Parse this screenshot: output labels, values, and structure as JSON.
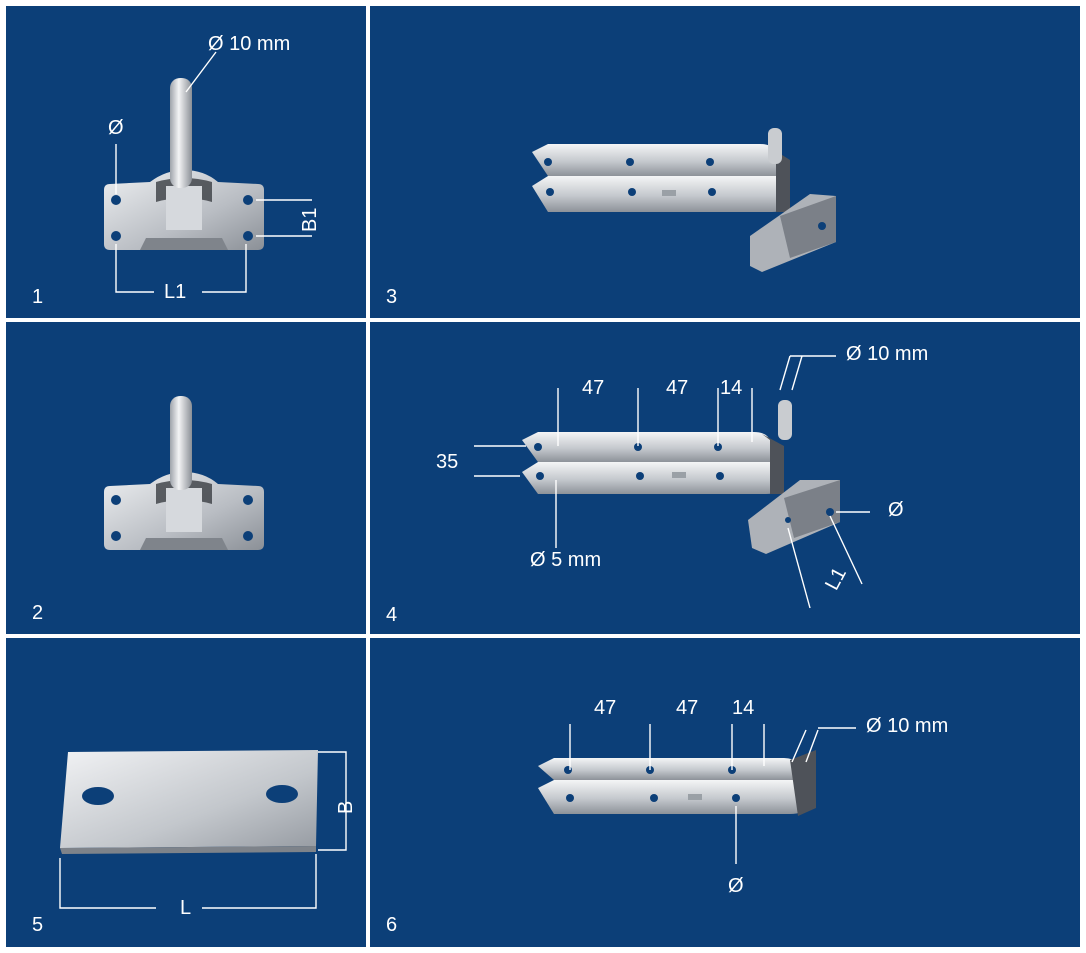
{
  "colors": {
    "background": "#0c3f78",
    "divider": "#ffffff",
    "text": "#ffffff",
    "metal": "#c9ccd0"
  },
  "panels": [
    {
      "number": "1",
      "labels": {
        "pin_diameter": "Ø 10 mm",
        "hole_diameter": "Ø",
        "width": "B1",
        "length": "L1"
      }
    },
    {
      "number": "3"
    },
    {
      "number": "2"
    },
    {
      "number": "4",
      "labels": {
        "spacing_a": "47",
        "spacing_b": "47",
        "spacing_c": "14",
        "height": "35",
        "pin_diameter": "Ø 10 mm",
        "hole_diameter": "Ø",
        "hole_small": "Ø 5 mm",
        "length": "L1"
      }
    },
    {
      "number": "5",
      "labels": {
        "width": "B",
        "length": "L"
      }
    },
    {
      "number": "6",
      "labels": {
        "spacing_a": "47",
        "spacing_b": "47",
        "spacing_c": "14",
        "pin_diameter": "Ø 10 mm",
        "hole_diameter": "Ø"
      }
    }
  ]
}
